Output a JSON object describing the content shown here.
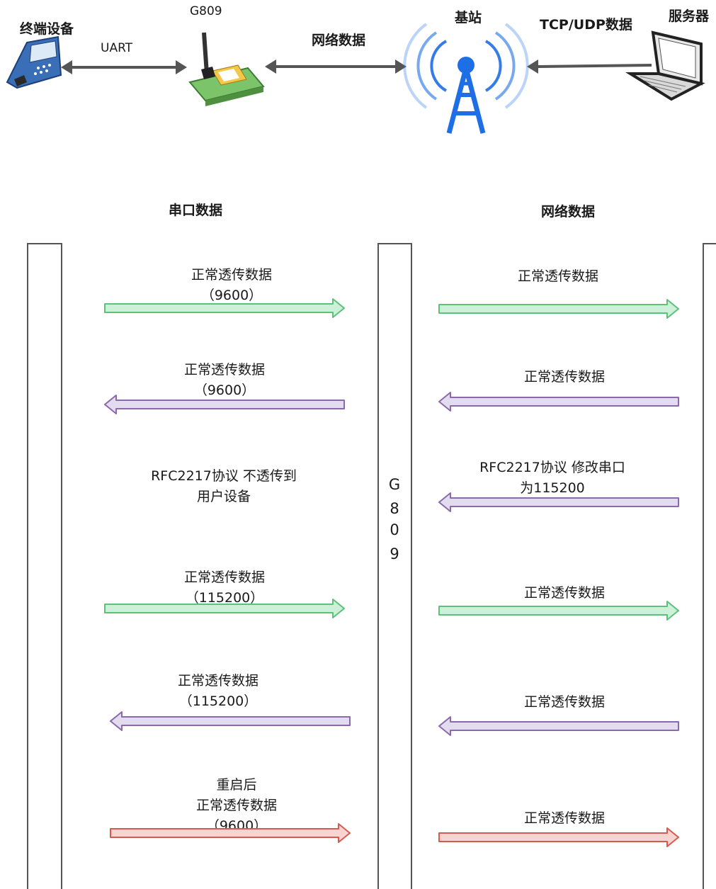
{
  "top": {
    "terminal_label": "终端设备",
    "uart_label": "UART",
    "module_label": "G809",
    "network_label": "网络数据",
    "station_label": "基站",
    "tcp_label": "TCP/UDP数据",
    "server_label": "服务器"
  },
  "headers": {
    "serial": "串口数据",
    "network": "网络数据"
  },
  "module_letters": [
    "G",
    "8",
    "0",
    "9"
  ],
  "left_messages": [
    {
      "lines": [
        "正常透传数据",
        "（9600）"
      ],
      "direction": "right",
      "color": "green"
    },
    {
      "lines": [
        "正常透传数据",
        "（9600）"
      ],
      "direction": "left",
      "color": "purple"
    },
    {
      "lines": [
        "RFC2217协议 不透传到",
        "用户设备"
      ],
      "direction": "none",
      "color": ""
    },
    {
      "lines": [
        "正常透传数据",
        "（115200）"
      ],
      "direction": "right",
      "color": "green"
    },
    {
      "lines": [
        "正常透传数据",
        "（115200）"
      ],
      "direction": "left",
      "color": "purple"
    },
    {
      "lines": [
        "重启后",
        "正常透传数据",
        "（9600）"
      ],
      "direction": "right",
      "color": "red"
    }
  ],
  "right_messages": [
    {
      "lines": [
        "正常透传数据"
      ],
      "direction": "right",
      "color": "green"
    },
    {
      "lines": [
        "正常透传数据"
      ],
      "direction": "left",
      "color": "purple"
    },
    {
      "lines": [
        "RFC2217协议 修改串口",
        "为115200"
      ],
      "direction": "left",
      "color": "purple"
    },
    {
      "lines": [
        "正常透传数据"
      ],
      "direction": "right",
      "color": "green"
    },
    {
      "lines": [
        "正常透传数据"
      ],
      "direction": "left",
      "color": "purple"
    },
    {
      "lines": [
        "正常透传数据"
      ],
      "direction": "right",
      "color": "red"
    }
  ],
  "colors": {
    "green_fill": "#ccf0d8",
    "green_stroke": "#5cc27a",
    "purple_fill": "#e3dcf0",
    "purple_stroke": "#8a6aa8",
    "red_fill": "#f8d4d0",
    "red_stroke": "#d65a50",
    "icon_blue": "#1e6fe6",
    "arrow_gray": "#555555"
  }
}
